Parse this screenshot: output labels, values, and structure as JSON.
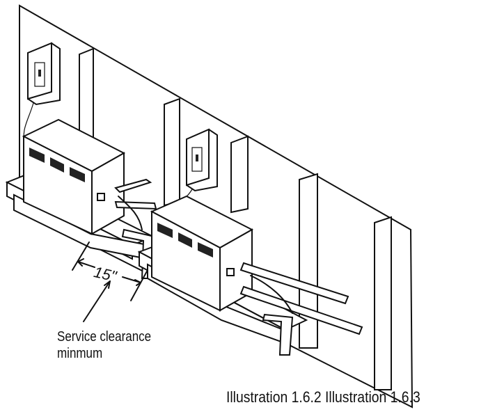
{
  "diagram": {
    "dimension": "15\"",
    "annotation": {
      "line1": "Service clearance",
      "line2": "minmum"
    },
    "caption": "Illustration 1.6.2 Illustration 1.6.3"
  },
  "icons": [
    "breaker-panel-icon",
    "steam-generator-icon",
    "pipe-icon"
  ],
  "colors": {
    "ink": "#111111",
    "paper": "#ffffff"
  }
}
